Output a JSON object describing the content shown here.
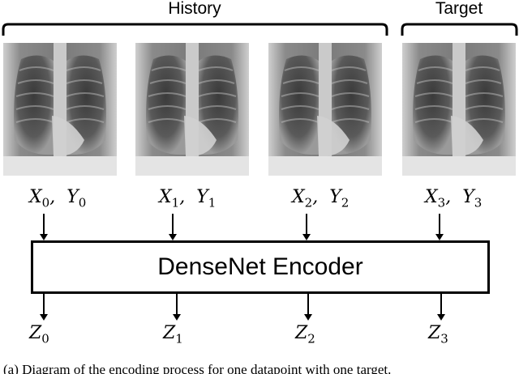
{
  "groups": {
    "history_label": "History",
    "target_label": "Target"
  },
  "inputs": [
    {
      "x_var": "X",
      "x_sub": "0",
      "y_var": "Y",
      "y_sub": "0"
    },
    {
      "x_var": "X",
      "x_sub": "1",
      "y_var": "Y",
      "y_sub": "1"
    },
    {
      "x_var": "X",
      "x_sub": "2",
      "y_var": "Y",
      "y_sub": "2"
    },
    {
      "x_var": "X",
      "x_sub": "3",
      "y_var": "Y",
      "y_sub": "3"
    }
  ],
  "encoder": {
    "label": "DenseNet Encoder"
  },
  "outputs": [
    {
      "var": "Z",
      "sub": "0"
    },
    {
      "var": "Z",
      "sub": "1"
    },
    {
      "var": "Z",
      "sub": "2"
    },
    {
      "var": "Z",
      "sub": "3"
    }
  ],
  "caption": "(a) Diagram of the encoding process for one datapoint with one target."
}
